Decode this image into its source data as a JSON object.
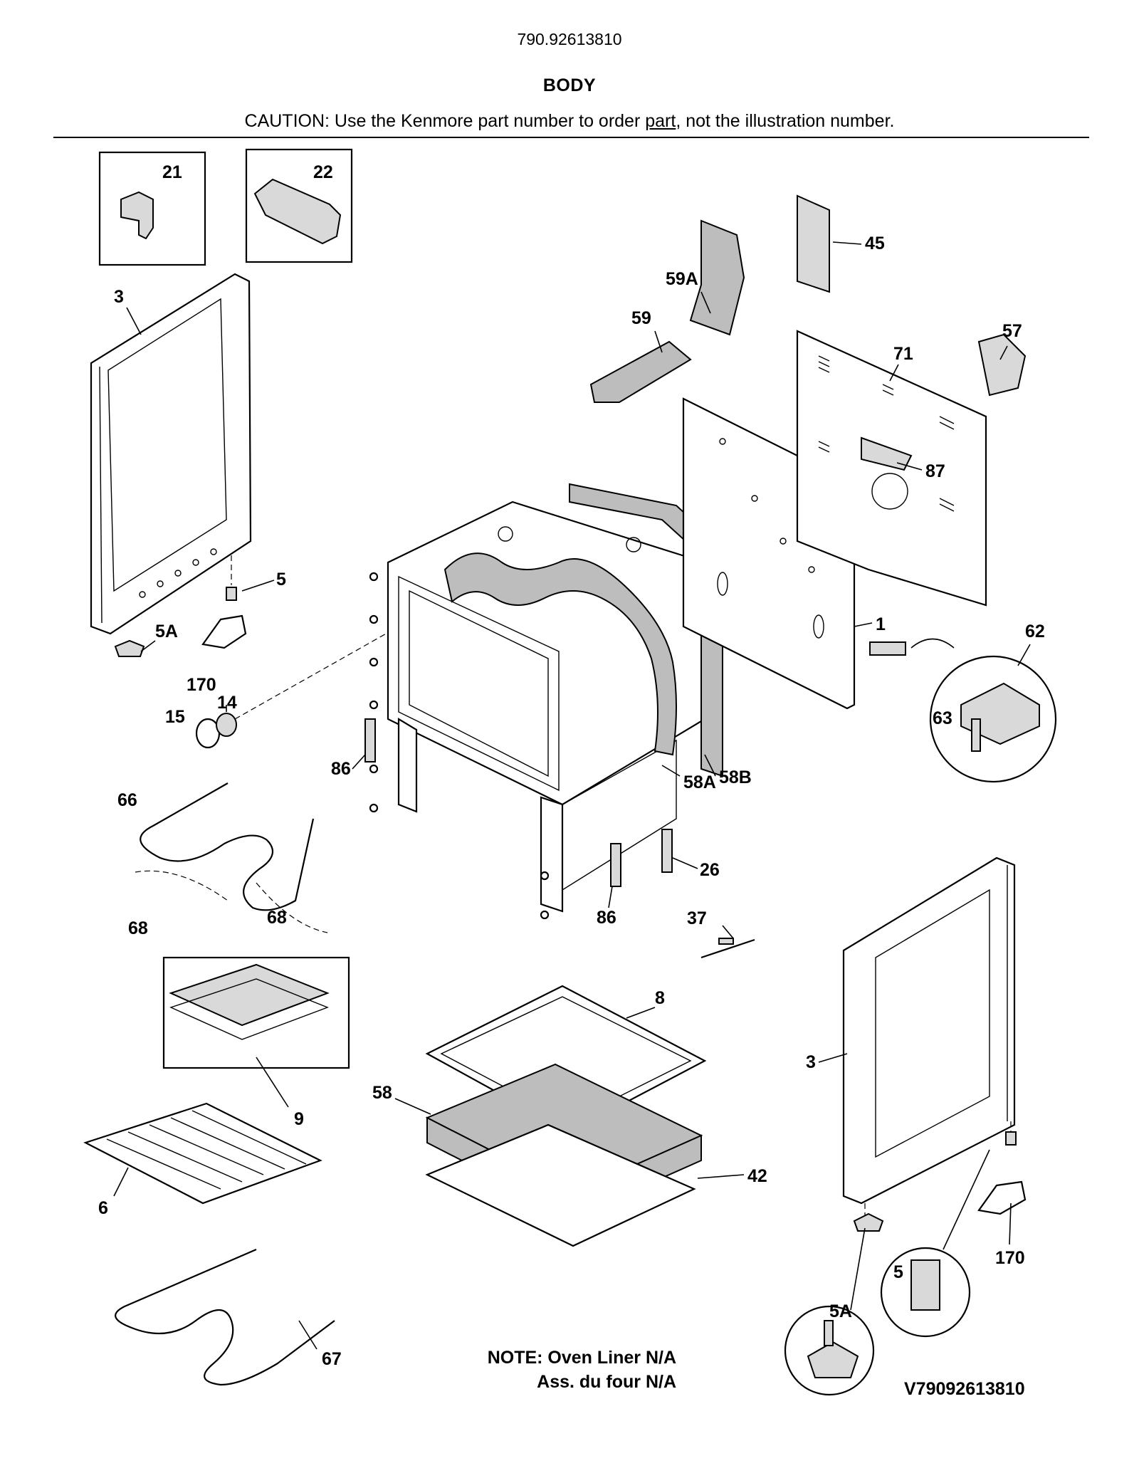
{
  "header": {
    "model_number": "790.92613810",
    "title": "BODY",
    "caution_before": "CAUTION: Use the Kenmore part number to order ",
    "caution_link": "part",
    "caution_after": ", not the illustration number."
  },
  "callouts": {
    "c21": "21",
    "c22": "22",
    "c3_left": "3",
    "c45": "45",
    "c59A": "59A",
    "c59": "59",
    "c57": "57",
    "c71": "71",
    "c87": "87",
    "c5_left": "5",
    "c5A_left": "5A",
    "c170_left": "170",
    "c14": "14",
    "c15": "15",
    "c1": "1",
    "c62": "62",
    "c63": "63",
    "c86_left": "86",
    "c58A": "58A",
    "c58B": "58B",
    "c66": "66",
    "c26": "26",
    "c68_left": "68",
    "c68_right": "68",
    "c86_bottom": "86",
    "c37": "37",
    "c8": "8",
    "c9": "9",
    "c3_right": "3",
    "c58": "58",
    "c42": "42",
    "c6": "6",
    "c170_right": "170",
    "c5_right": "5",
    "c5A_right": "5A",
    "c67": "67"
  },
  "note": {
    "line1": "NOTE: Oven Liner N/A",
    "line2": "Ass. du four N/A"
  },
  "drawing_code": "V79092613810"
}
